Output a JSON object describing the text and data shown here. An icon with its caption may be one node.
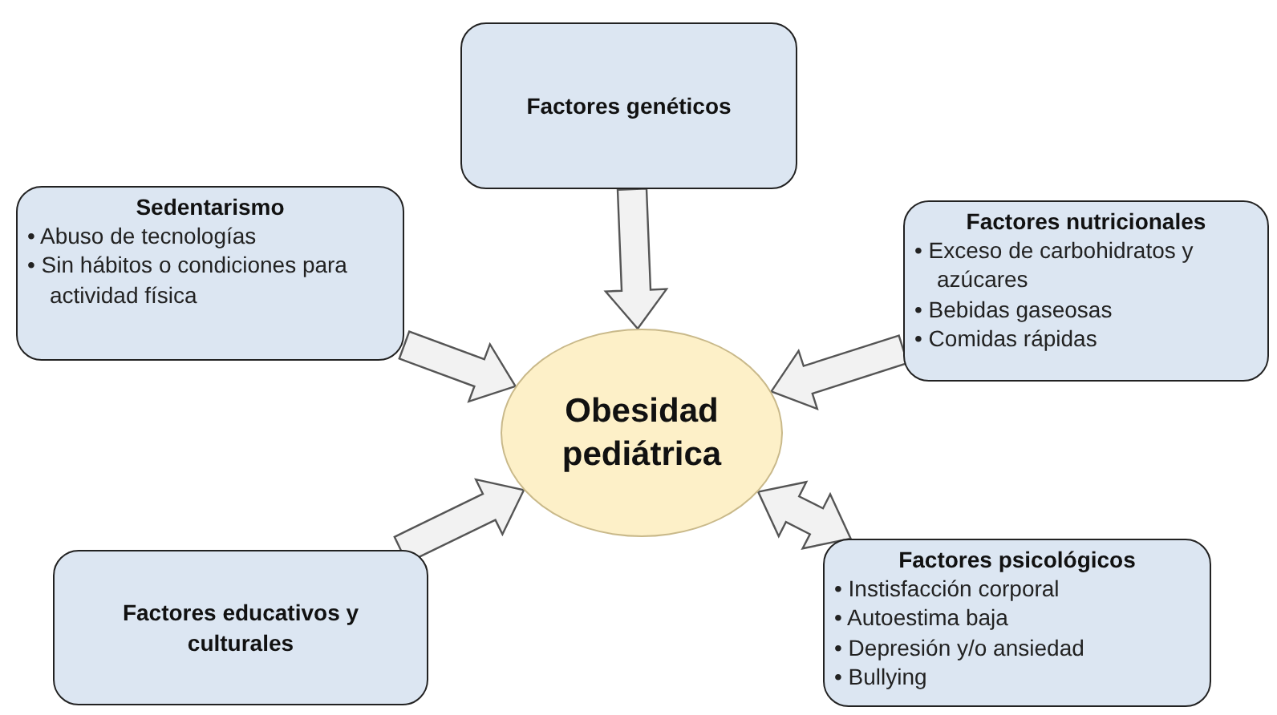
{
  "diagram": {
    "nodes": [
      {
        "text": [
          "Factores genéticos"
        ]
      },
      {
        "text": [
          "Sedentarismo",
          "• Abuso de tecnologías",
          "• Sin hábitos o condiciones para actividad física"
        ]
      },
      {
        "text": [
          "Factores nutricionales",
          "• Exceso de carbohidratos y azúcares",
          "• Bebidas gaseosas",
          "• Comidas rápidas"
        ]
      },
      {
        "text": [
          "Obesidad pediátrica"
        ]
      },
      {
        "text": [
          "Factores educativos y culturales"
        ]
      },
      {
        "text": [
          "Factores psicológicos",
          "• Instisfacción corporal",
          "• Autoestima baja",
          "• Depresión y/o ansiedad",
          "• Bullying"
        ]
      }
    ],
    "edges": [
      {
        "from": 0,
        "to": 3,
        "arrow": "to"
      },
      {
        "from": 1,
        "to": 3,
        "arrow": "to"
      },
      {
        "from": 2,
        "to": 3,
        "arrow": "to"
      },
      {
        "from": 4,
        "to": 3,
        "arrow": "to"
      },
      {
        "from": 5,
        "to": 3,
        "arrow": "both"
      }
    ]
  }
}
